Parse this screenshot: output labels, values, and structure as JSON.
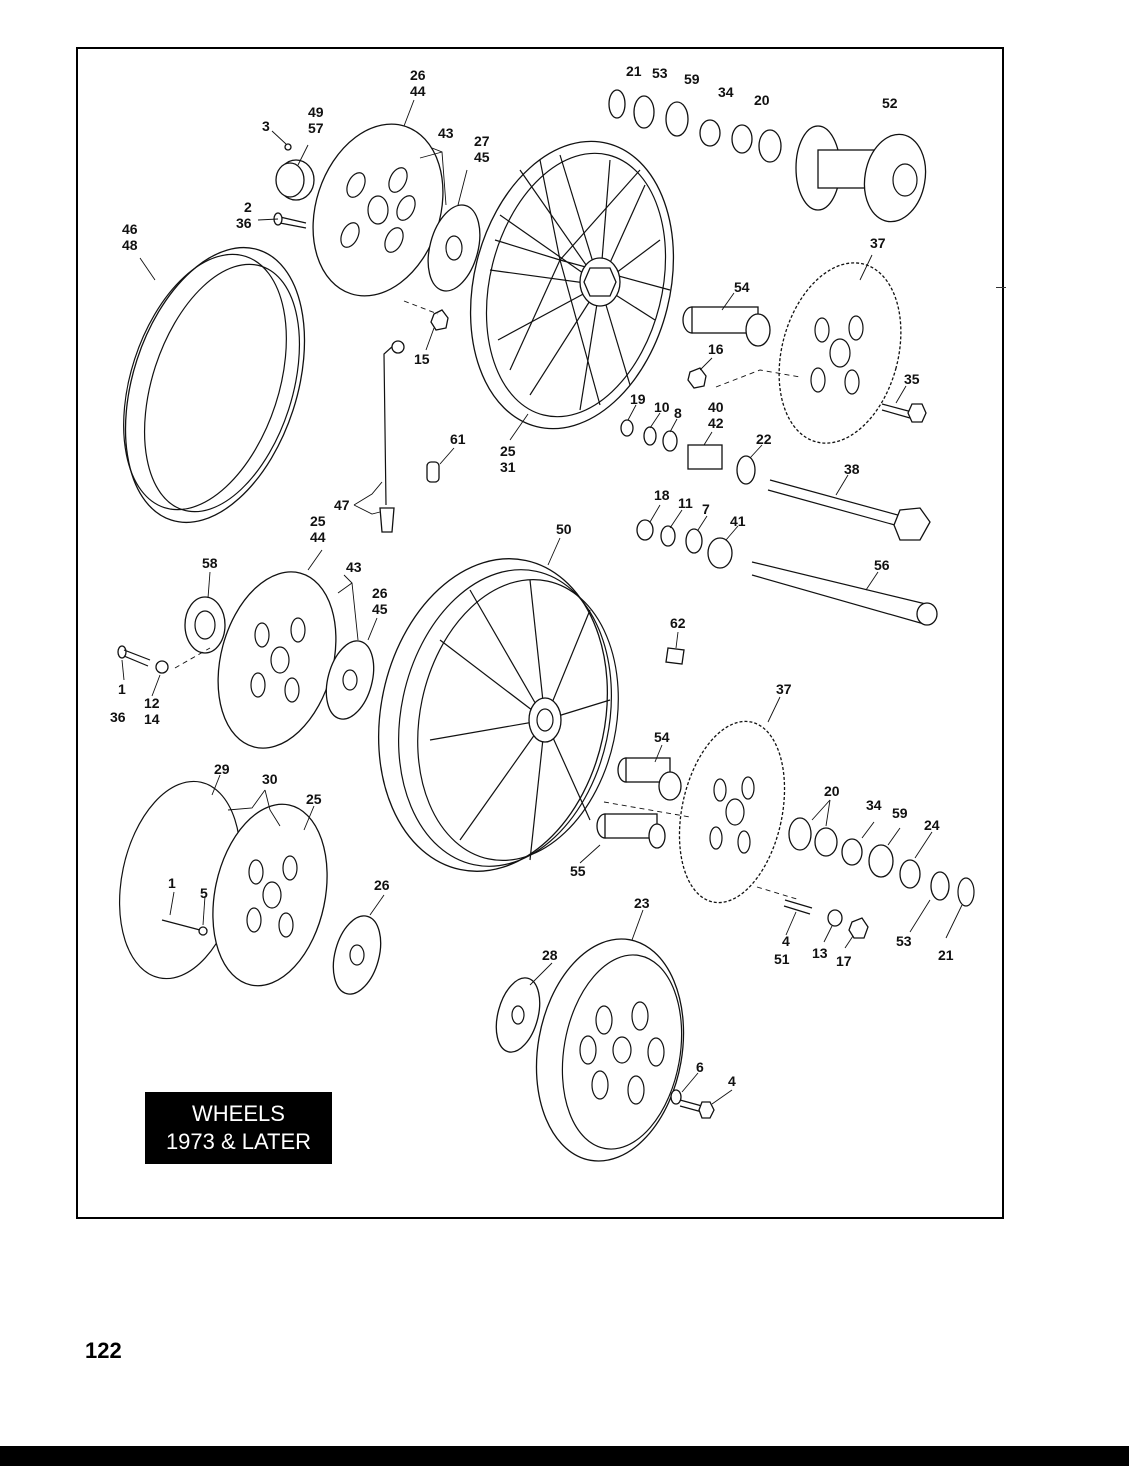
{
  "title_box": {
    "line1": "WHEELS",
    "line2": "1973 & LATER"
  },
  "page_number": "122",
  "callouts": {
    "c21a": "21",
    "c53a": "53",
    "c59a": "59",
    "c34a": "34",
    "c20a": "20",
    "c52": "52",
    "c26a": "26",
    "c44a": "44",
    "c3": "3",
    "c49": "49",
    "c57": "57",
    "c43a": "43",
    "c27": "27",
    "c45a": "45",
    "c2": "2",
    "c36a": "36",
    "c46": "46",
    "c48": "48",
    "c37a": "37",
    "c54a": "54",
    "c15": "15",
    "c16": "16",
    "c35": "35",
    "c19": "19",
    "c10": "10",
    "c8": "8",
    "c40": "40",
    "c42": "42",
    "c22": "22",
    "c61": "61",
    "c25a": "25",
    "c31": "31",
    "c38": "38",
    "c47": "47",
    "c25b": "25",
    "c44b": "44",
    "c18": "18",
    "c11": "11",
    "c7": "7",
    "c41": "41",
    "c50": "50",
    "c58": "58",
    "c43b": "43",
    "c26b": "26",
    "c45b": "45",
    "c56": "56",
    "c62": "62",
    "c1a": "1",
    "c36b": "36",
    "c12": "12",
    "c14": "14",
    "c37b": "37",
    "c54b": "54",
    "c29": "29",
    "c30": "30",
    "c25c": "25",
    "c20b": "20",
    "c34b": "34",
    "c59b": "59",
    "c24": "24",
    "c1b": "1",
    "c5": "5",
    "c26c": "26",
    "c55": "55",
    "c23": "23",
    "c4a": "4",
    "c51": "51",
    "c13": "13",
    "c17": "17",
    "c53b": "53",
    "c21b": "21",
    "c28": "28",
    "c6": "6",
    "c4b": "4"
  }
}
